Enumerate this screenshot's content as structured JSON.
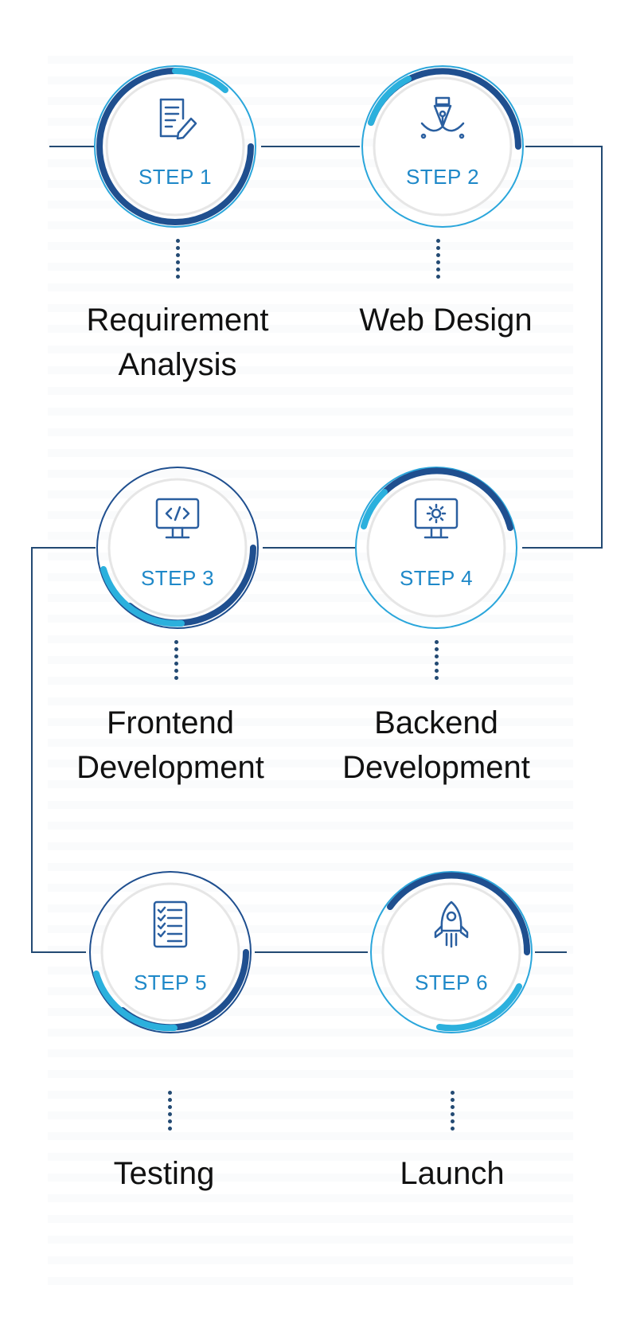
{
  "colors": {
    "line": "#234a73",
    "ring_dark": "#1f4f8f",
    "ring_light": "#2bb0dd",
    "step_text": "#1e88c8",
    "title_text": "#111111"
  },
  "steps": [
    {
      "label": "STEP 1",
      "title_line1": "Requirement",
      "title_line2": "Analysis",
      "icon": "document-pencil-icon"
    },
    {
      "label": "STEP 2",
      "title_line1": "Web Design",
      "title_line2": "",
      "icon": "pen-nib-icon"
    },
    {
      "label": "STEP 3",
      "title_line1": "Frontend",
      "title_line2": "Development",
      "icon": "monitor-code-icon"
    },
    {
      "label": "STEP 4",
      "title_line1": "Backend",
      "title_line2": "Development",
      "icon": "monitor-gear-icon"
    },
    {
      "label": "STEP 5",
      "title_line1": "Testing",
      "title_line2": "",
      "icon": "checklist-icon"
    },
    {
      "label": "STEP 6",
      "title_line1": "Launch",
      "title_line2": "",
      "icon": "rocket-icon"
    }
  ]
}
